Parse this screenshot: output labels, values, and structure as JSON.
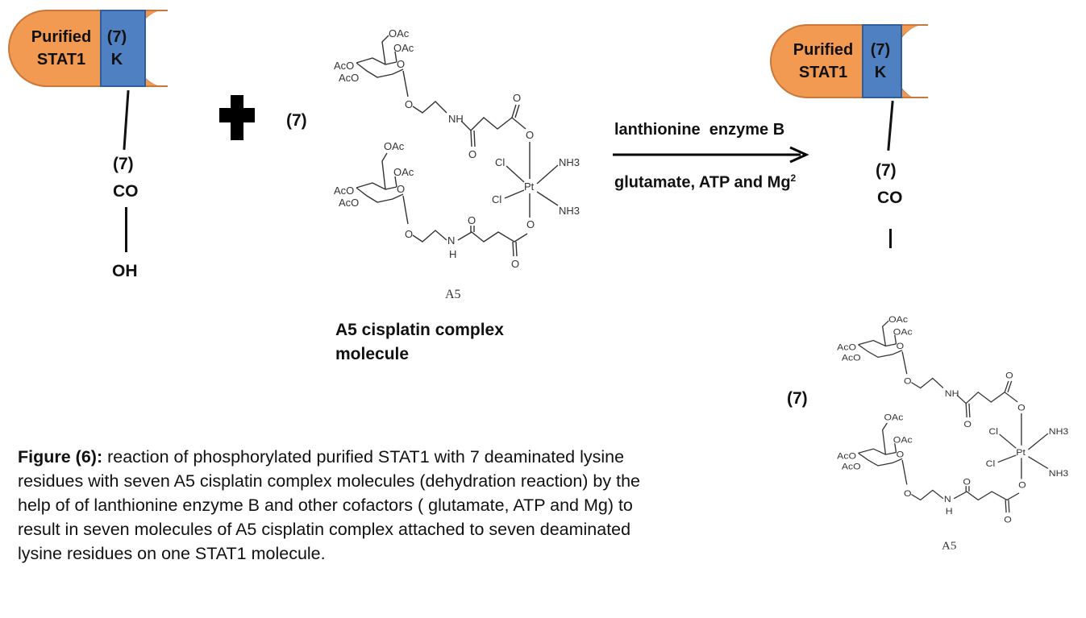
{
  "reactant_protein": {
    "name_line1": "Purified",
    "name_line2": "STAT1",
    "count": "(7)",
    "residue": "K",
    "group_count": "(7)",
    "group": "CO",
    "leaving": "OH"
  },
  "plus_icon": "plus-icon",
  "reagent": {
    "count": "(7)",
    "label_line1": "A5 cisplatin complex",
    "label_line2": "molecule"
  },
  "molecule": {
    "name": "A5",
    "labels": {
      "oac": "OAc",
      "aco": "AcO",
      "o": "O",
      "nh": "NH",
      "n": "N",
      "h": "H",
      "cl": "Cl",
      "pt": "Pt",
      "nh3": "NH3"
    }
  },
  "arrow": {
    "above": "lanthionine  enzyme B",
    "below": "glutamate, ATP and Mg",
    "below_sup": "2"
  },
  "product_protein": {
    "name_line1": "Purified",
    "name_line2": "STAT1",
    "count": "(7)",
    "residue": "K",
    "group_count": "(7)",
    "group": "CO",
    "molecule_count": "(7)"
  },
  "caption": {
    "bold": "Figure (6):",
    "text": " reaction of phosphorylated purified STAT1  with 7 deaminated lysine residues with seven A5 cisplatin complex molecules (dehydration reaction) by the help of of lanthionine enzyme B  and other cofactors ( glutamate, ATP and Mg) to result in seven molecules of A5 cisplatin complex attached to seven deaminated lysine residues on one STAT1 molecule."
  },
  "colors": {
    "protein": "#f29a52",
    "residue": "#4f81c2"
  }
}
